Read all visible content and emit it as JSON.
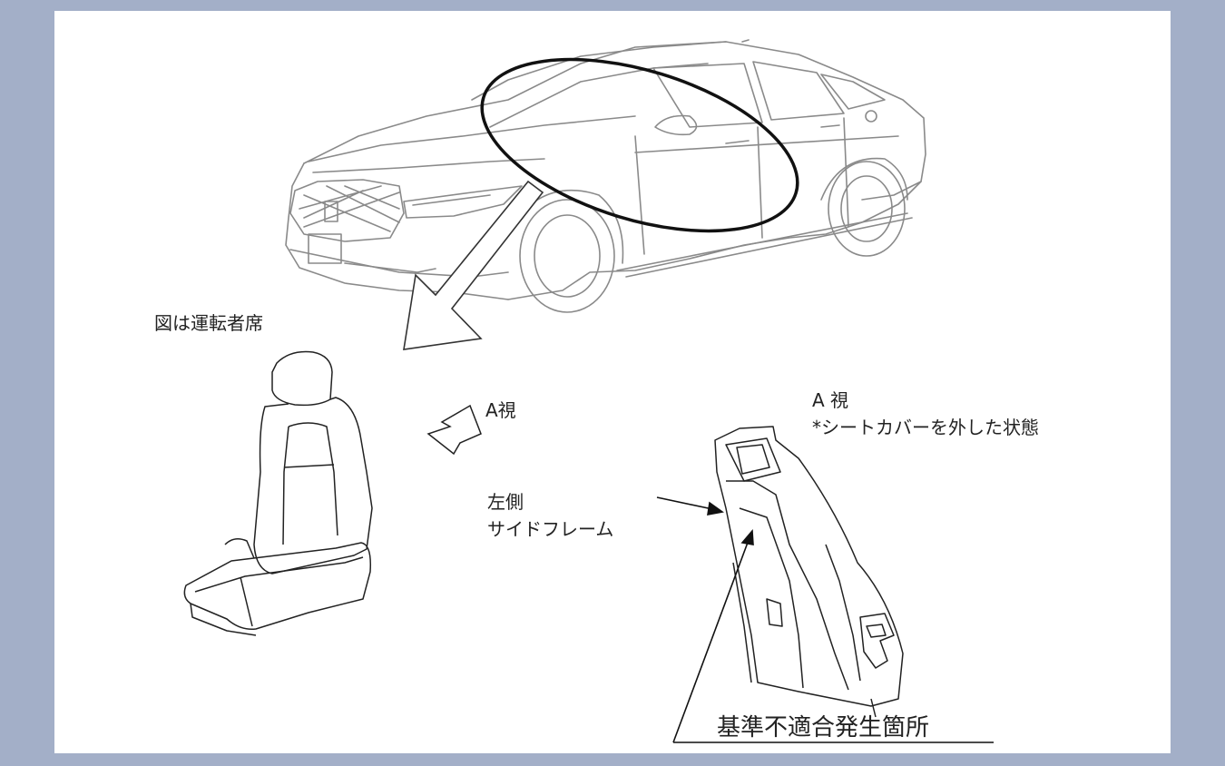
{
  "labels": {
    "seat_caption": "図は運転者席",
    "view_arrow_label": "A視",
    "view_title": "A 視",
    "view_note": "*シートカバーを外した状態",
    "part_line1": "左側",
    "part_line2": "サイドフレーム",
    "defect_location": "基準不適合発生箇所"
  },
  "colors": {
    "background": "#a3afc8",
    "panel": "#ffffff",
    "line": "#222222"
  }
}
